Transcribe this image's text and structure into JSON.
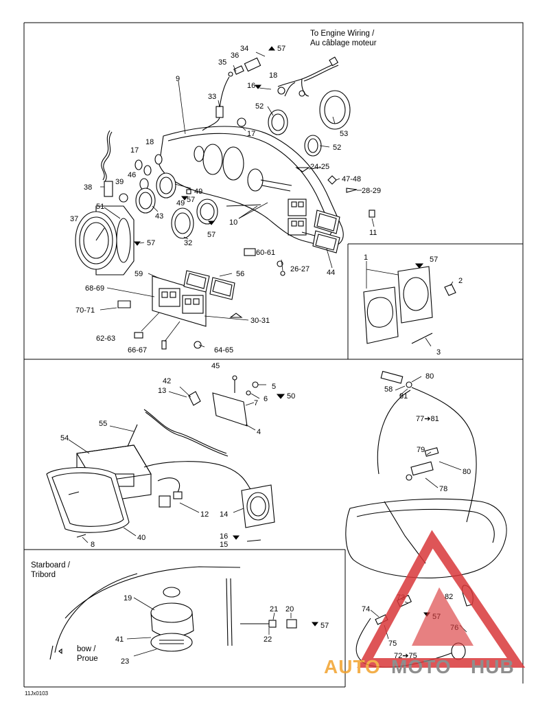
{
  "notes": {
    "engine_wiring_en": "To Engine Wiring /",
    "engine_wiring_fr": "Au câblage moteur",
    "starboard_en": "Starboard /",
    "starboard_fr": "Tribord",
    "bow_en": "bow /",
    "bow_fr": "Proue"
  },
  "drawing_ref": "11Jx0103",
  "watermark": {
    "part1": "AUTO",
    "part2": "MOTO",
    "part3": "HUB",
    "color_red": "#d9383a",
    "color_orange": "#f2a22c",
    "color_gray": "#7b7b7b"
  },
  "callouts": {
    "c9": "9",
    "c35": "35",
    "c36": "36",
    "c34": "34",
    "c57a": "57",
    "c18a": "18",
    "c16a": "16",
    "c33": "33",
    "c52a": "52",
    "c17a": "17",
    "c53": "53",
    "c52b": "52",
    "c17b": "17",
    "c18b": "18",
    "c24_25": "24-25",
    "c47_48": "47-48",
    "c28_29": "28-29",
    "c38": "38",
    "c39": "39",
    "c46": "46",
    "c49a": "49",
    "c57b": "57",
    "c49b": "49",
    "c51": "51",
    "c43": "43",
    "c10": "10",
    "c11": "11",
    "c37": "37",
    "c57c": "57",
    "c32": "32",
    "c57d": "57",
    "c60_61": "60-61",
    "c26_27": "26-27",
    "c44": "44",
    "c1": "1",
    "c57e": "57",
    "c2": "2",
    "c3": "3",
    "c59": "59",
    "c56": "56",
    "c68_69": "68-69",
    "c70_71": "70-71",
    "c30_31": "30-31",
    "c62_63": "62-63",
    "c66_67": "66-67",
    "c64_65": "64-65",
    "c45": "45",
    "c42": "42",
    "c13": "13",
    "c5": "5",
    "c6": "6",
    "c50": "50",
    "c7": "7",
    "c4": "4",
    "c55": "55",
    "c54": "54",
    "c12": "12",
    "c14": "14",
    "c16b": "16",
    "c15": "15",
    "c8": "8",
    "c40": "40",
    "c58": "58",
    "c80a": "80",
    "c81": "81",
    "c77_81": "77➔81",
    "c79": "79",
    "c80b": "80",
    "c78": "78",
    "c19": "19",
    "c41": "41",
    "c23": "23",
    "c21": "21",
    "c20": "20",
    "c22": "22",
    "c57f": "57",
    "c73": "73",
    "c74": "74",
    "c82": "82",
    "c57g": "57",
    "c76": "76",
    "c75": "75",
    "c72_75": "72➔75"
  }
}
